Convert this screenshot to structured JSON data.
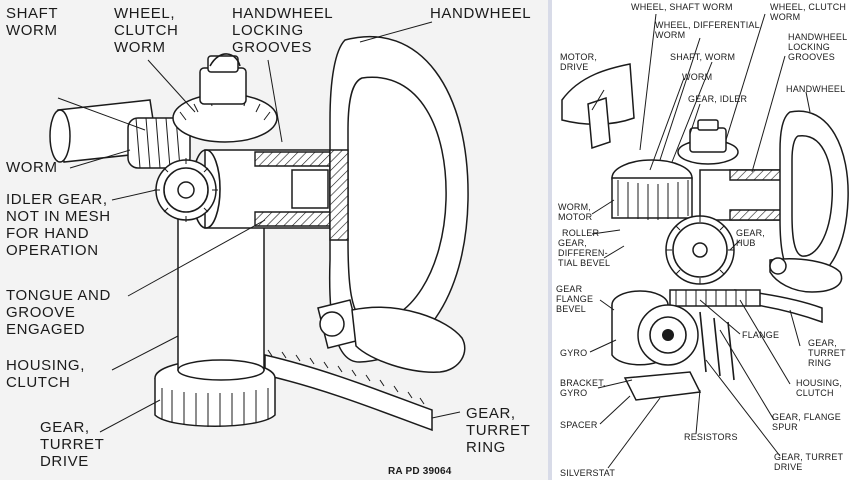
{
  "left_figure": {
    "labels": [
      {
        "id": "shaft-worm",
        "lines": [
          "SHAFT",
          "WORM"
        ]
      },
      {
        "id": "wheel-clutch-worm",
        "lines": [
          "WHEEL,",
          "CLUTCH",
          "WORM"
        ]
      },
      {
        "id": "handwheel-locking-grooves",
        "lines": [
          "HANDWHEEL",
          "LOCKING",
          "GROOVES"
        ]
      },
      {
        "id": "handwheel",
        "lines": [
          "HANDWHEEL"
        ]
      },
      {
        "id": "worm",
        "lines": [
          "WORM"
        ]
      },
      {
        "id": "idler-gear",
        "lines": [
          "IDLER GEAR,",
          "NOT IN MESH",
          "FOR HAND",
          "OPERATION"
        ]
      },
      {
        "id": "tongue-and-groove",
        "lines": [
          "TONGUE AND",
          "GROOVE",
          "ENGAGED"
        ]
      },
      {
        "id": "housing-clutch",
        "lines": [
          "HOUSING,",
          "CLUTCH"
        ]
      },
      {
        "id": "gear-turret-drive",
        "lines": [
          "GEAR,",
          "TURRET",
          "DRIVE"
        ]
      },
      {
        "id": "gear-turret-ring",
        "lines": [
          "GEAR,",
          "TURRET",
          "RING"
        ]
      }
    ],
    "figure_number": "RA PD 39064"
  },
  "right_figure": {
    "labels": [
      {
        "id": "wheel-shaft-worm",
        "lines": [
          "WHEEL, SHAFT WORM"
        ]
      },
      {
        "id": "wheel-clutch-worm",
        "lines": [
          "WHEEL, CLUTCH",
          "WORM"
        ]
      },
      {
        "id": "motor-drive",
        "lines": [
          "MOTOR,",
          "DRIVE"
        ]
      },
      {
        "id": "wheel-differential-worm",
        "lines": [
          "WHEEL, DIFFERENTIAL",
          "WORM"
        ]
      },
      {
        "id": "shaft-worm",
        "lines": [
          "SHAFT, WORM"
        ]
      },
      {
        "id": "handwheel-locking-grooves",
        "lines": [
          "HANDWHEEL",
          "LOCKING",
          "GROOVES"
        ]
      },
      {
        "id": "worm",
        "lines": [
          "WORM"
        ]
      },
      {
        "id": "gear-idler",
        "lines": [
          "GEAR, IDLER"
        ]
      },
      {
        "id": "handwheel",
        "lines": [
          "HANDWHEEL"
        ]
      },
      {
        "id": "worm-motor",
        "lines": [
          "WORM,",
          "MOTOR"
        ]
      },
      {
        "id": "roller",
        "lines": [
          "ROLLER"
        ]
      },
      {
        "id": "gear-differential-bevel",
        "lines": [
          "GEAR,",
          "DIFFEREN-",
          "TIAL BEVEL"
        ]
      },
      {
        "id": "gear-hub",
        "lines": [
          "GEAR,",
          "HUB"
        ]
      },
      {
        "id": "gear-flange-bevel",
        "lines": [
          "GEAR",
          "FLANGE",
          "BEVEL"
        ]
      },
      {
        "id": "flange",
        "lines": [
          "FLANGE"
        ]
      },
      {
        "id": "gyro",
        "lines": [
          "GYRO"
        ]
      },
      {
        "id": "gear-turret-ring",
        "lines": [
          "GEAR,",
          "TURRET",
          "RING"
        ]
      },
      {
        "id": "bracket-gyro",
        "lines": [
          "BRACKET,",
          "GYRO"
        ]
      },
      {
        "id": "housing-clutch",
        "lines": [
          "HOUSING,",
          "CLUTCH"
        ]
      },
      {
        "id": "spacer",
        "lines": [
          "SPACER"
        ]
      },
      {
        "id": "gear-flange-spur",
        "lines": [
          "GEAR, FLANGE",
          "SPUR"
        ]
      },
      {
        "id": "resistors",
        "lines": [
          "RESISTORS"
        ]
      },
      {
        "id": "gear-turret-drive",
        "lines": [
          "GEAR, TURRET",
          "DRIVE"
        ]
      },
      {
        "id": "silverstat",
        "lines": [
          "SILVERSTAT"
        ]
      }
    ]
  }
}
